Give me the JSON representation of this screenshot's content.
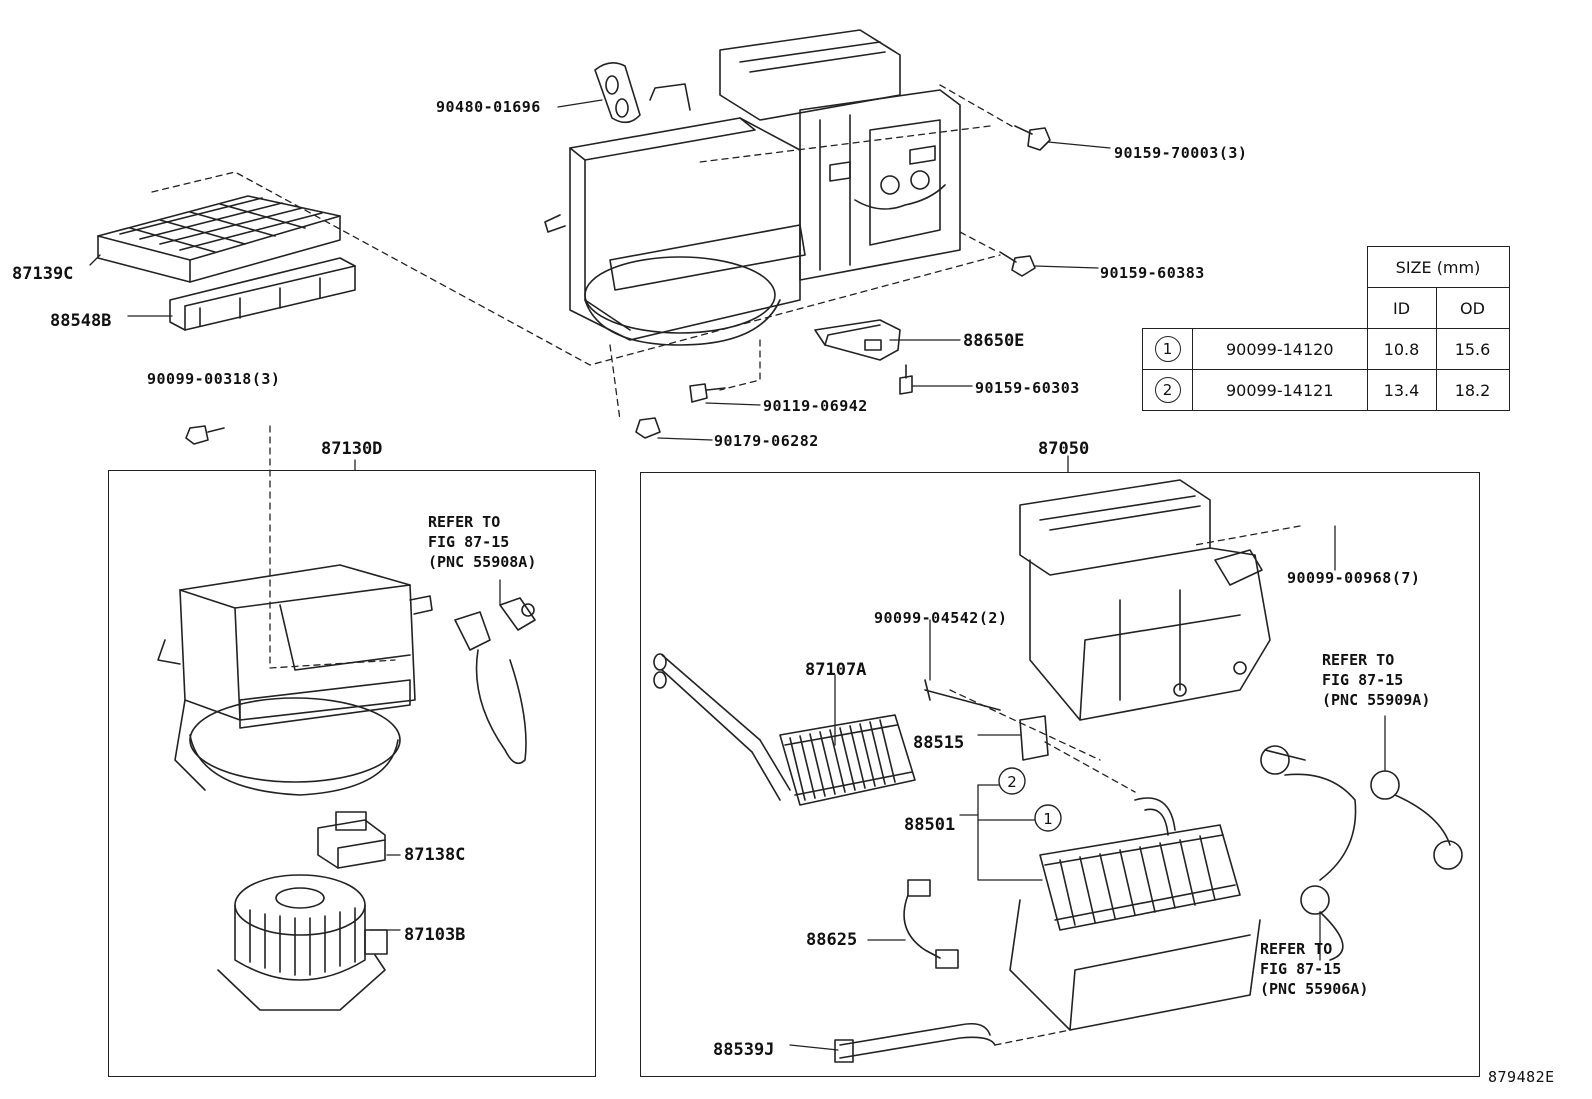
{
  "labels": {
    "p9048001696": "90480-01696",
    "p9015970003": "90159-70003(3)",
    "p9015960383": "90159-60383",
    "p87139C": "87139C",
    "p88548B": "88548B",
    "p88650E": "88650E",
    "p9015960303": "90159-60303",
    "p9011906942": "90119-06942",
    "p9017906282": "90179-06282",
    "p9009900318": "90099-00318(3)",
    "p87130D": "87130D",
    "p87050": "87050",
    "p9009900968": "90099-00968(7)",
    "p9009904542": "90099-04542(2)",
    "p87107A": "87107A",
    "p88515": "88515",
    "p88501": "88501",
    "p87138C": "87138C",
    "p87103B": "87103B",
    "p88625": "88625",
    "p88539J": "88539J",
    "fig_id": "879482E"
  },
  "notes": {
    "a": [
      "REFER TO",
      "FIG 87-15",
      "(PNC 55908A)"
    ],
    "b": [
      "REFER TO",
      "FIG 87-15",
      "(PNC 55909A)"
    ],
    "c": [
      "REFER TO",
      "FIG 87-15",
      "(PNC 55906A)"
    ]
  },
  "callouts": {
    "one": "1",
    "two": "2"
  },
  "size_table": {
    "title": "SIZE (mm)",
    "col_id": "ID",
    "col_od": "OD",
    "rows": [
      {
        "mark": "1",
        "part": "90099-14120",
        "id": "10.8",
        "od": "15.6"
      },
      {
        "mark": "2",
        "part": "90099-14121",
        "id": "13.4",
        "od": "18.2"
      }
    ]
  }
}
